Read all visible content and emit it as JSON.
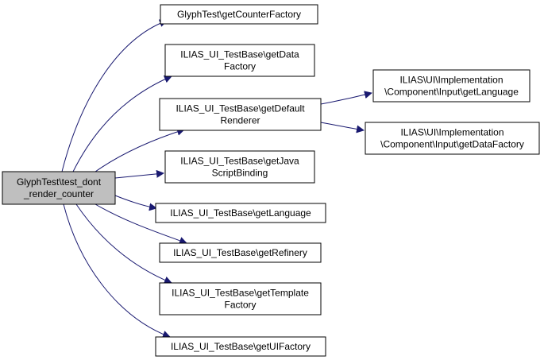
{
  "colors": {
    "edge": "#191970",
    "node_border": "#000000",
    "node_fill": "#ffffff",
    "root_fill": "#bfbfbf"
  },
  "nodes": {
    "root": [
      "GlyphTest\\test_dont",
      "_render_counter"
    ],
    "counter_factory": [
      "GlyphTest\\getCounterFactory"
    ],
    "data_factory": [
      "ILIAS_UI_TestBase\\getData",
      "Factory"
    ],
    "default_renderer": [
      "ILIAS_UI_TestBase\\getDefault",
      "Renderer"
    ],
    "js_binding": [
      "ILIAS_UI_TestBase\\getJava",
      "ScriptBinding"
    ],
    "language": [
      "ILIAS_UI_TestBase\\getLanguage"
    ],
    "refinery": [
      "ILIAS_UI_TestBase\\getRefinery"
    ],
    "template_factory": [
      "ILIAS_UI_TestBase\\getTemplate",
      "Factory"
    ],
    "ui_factory": [
      "ILIAS_UI_TestBase\\getUIFactory"
    ],
    "input_language": [
      "ILIAS\\UI\\Implementation",
      "\\Component\\Input\\getLanguage"
    ],
    "input_data_factory": [
      "ILIAS\\UI\\Implementation",
      "\\Component\\Input\\getDataFactory"
    ]
  },
  "edges": [
    [
      "root",
      "counter_factory"
    ],
    [
      "root",
      "data_factory"
    ],
    [
      "root",
      "default_renderer"
    ],
    [
      "root",
      "js_binding"
    ],
    [
      "root",
      "language"
    ],
    [
      "root",
      "refinery"
    ],
    [
      "root",
      "template_factory"
    ],
    [
      "root",
      "ui_factory"
    ],
    [
      "default_renderer",
      "input_language"
    ],
    [
      "default_renderer",
      "input_data_factory"
    ]
  ]
}
